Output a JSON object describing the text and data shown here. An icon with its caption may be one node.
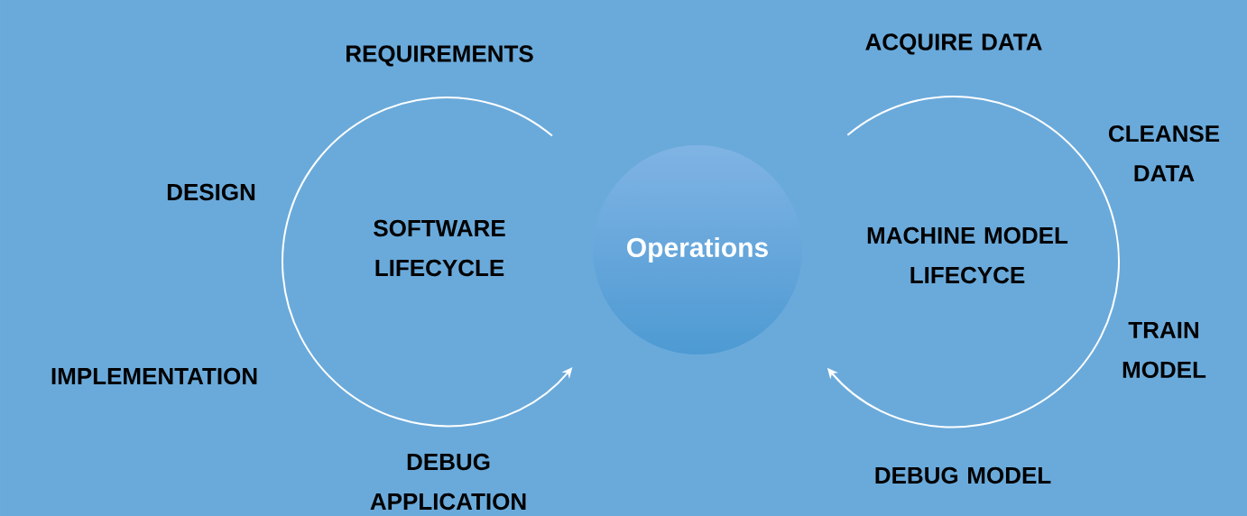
{
  "diagram": {
    "nodes": [
      {
        "text": [
          "Operations"
        ]
      }
    ],
    "labels": [
      "REQUIREMENTS",
      "ACQUIRE DATA",
      "CLEANSE DATA",
      "DESIGN",
      "SOFTWARE LIFECYCLE",
      "MACHINE MODEL LIFECYCE",
      "TRAIN MODEL",
      "IMPLEMENTATION",
      "DEBUG APPLICATION",
      "DEBUG MODEL"
    ]
  }
}
